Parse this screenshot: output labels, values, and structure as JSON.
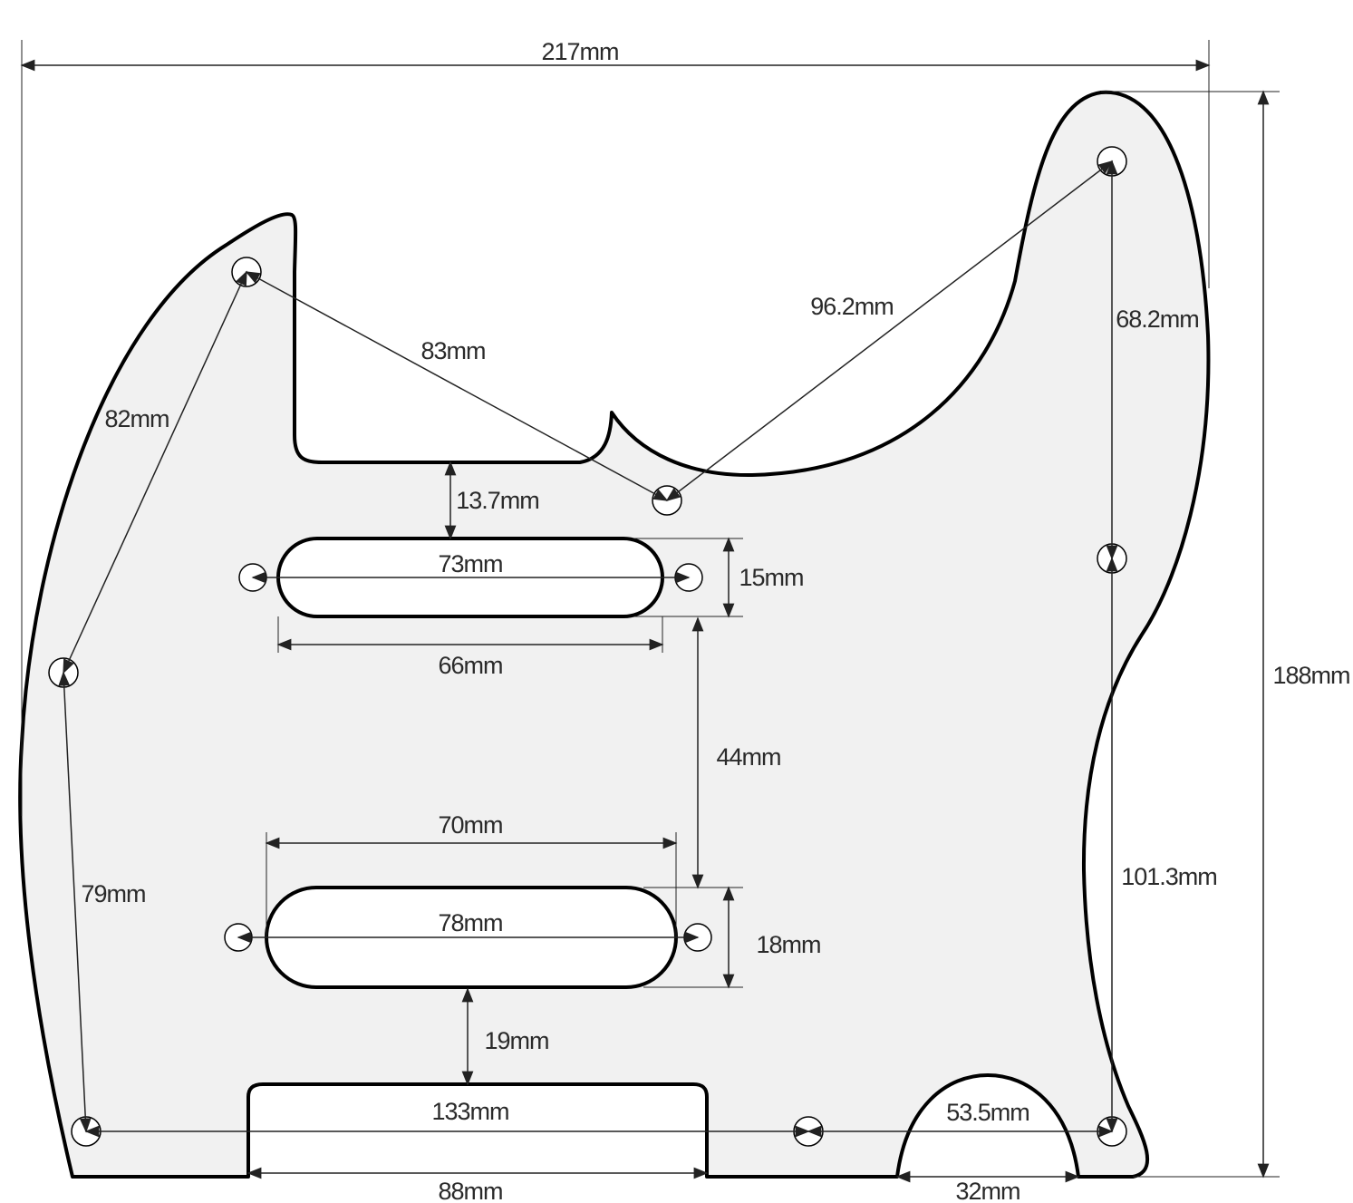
{
  "labels": {
    "total_width": "217mm",
    "total_height": "188mm",
    "neck_to_screw": "83mm",
    "horn_to_screw": "96.2mm",
    "right_upper": "68.2mm",
    "right_lower": "101.3mm",
    "left_upper": "82mm",
    "left_lower": "79mm",
    "gap_neck": "13.7mm",
    "pickup1_screw_span": "73mm",
    "pickup1_height": "15mm",
    "pickup1_width": "66mm",
    "pickup_spacing": "44mm",
    "pickup2_width": "70mm",
    "pickup2_screw_span": "78mm",
    "pickup2_height": "18mm",
    "gap_bridge": "19mm",
    "bottom_screw_span": "133mm",
    "bridge_width": "88mm",
    "jack_span": "53.5mm",
    "jack_width": "32mm"
  },
  "colors": {
    "plate": "#f1f1f1",
    "outline": "#000000",
    "dimension": "#222222"
  }
}
